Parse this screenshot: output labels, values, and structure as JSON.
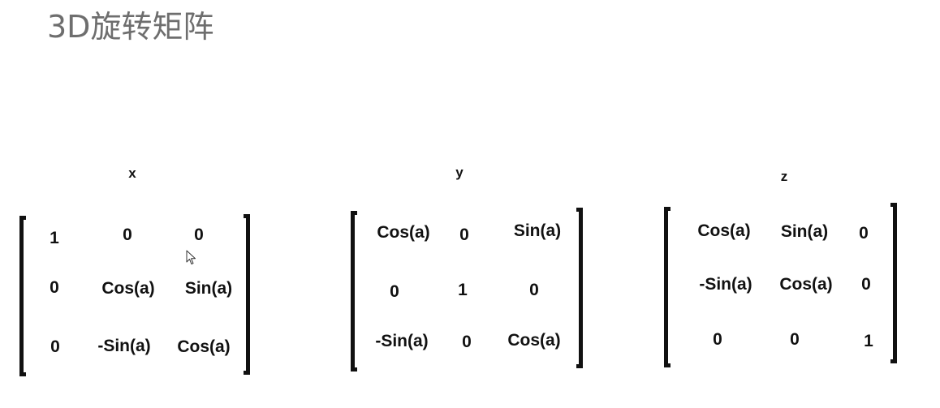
{
  "title": "3D旋转矩阵",
  "matrices": [
    {
      "label": "x",
      "rows": [
        [
          "1",
          "0",
          "0"
        ],
        [
          "0",
          "Cos(a)",
          "Sin(a)"
        ],
        [
          "0",
          "-Sin(a)",
          "Cos(a)"
        ]
      ]
    },
    {
      "label": "y",
      "rows": [
        [
          "Cos(a)",
          "0",
          "Sin(a)"
        ],
        [
          "0",
          "1",
          "0"
        ],
        [
          "-Sin(a)",
          "0",
          "Cos(a)"
        ]
      ]
    },
    {
      "label": "z",
      "rows": [
        [
          "Cos(a)",
          "Sin(a)",
          "0"
        ],
        [
          "-Sin(a)",
          "Cos(a)",
          "0"
        ],
        [
          "0",
          "0",
          "1"
        ]
      ]
    }
  ],
  "icons": {
    "cursor": "mouse-pointer-icon"
  }
}
